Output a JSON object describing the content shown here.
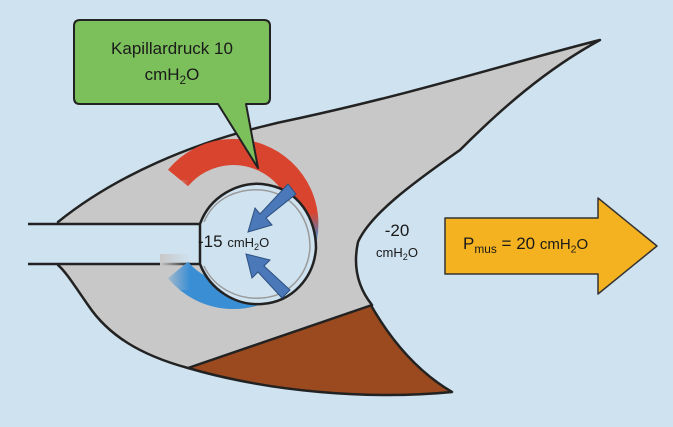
{
  "callout": {
    "line1": "Kapillardruck 10",
    "unit_main": "cmH",
    "unit_sub": "2",
    "unit_tail": "O",
    "fill_color": "#7cc05c"
  },
  "alveolar_pressure": {
    "value": "-15",
    "unit_main": "cmH",
    "unit_sub": "2",
    "unit_tail": "O"
  },
  "pleural_pressure": {
    "value": "-20",
    "unit_main": "cmH",
    "unit_sub": "2",
    "unit_tail": "O"
  },
  "muscle_pressure": {
    "symbol": "P",
    "symbol_sub": "mus",
    "equals": "= 20",
    "unit_main": "cmH",
    "unit_sub": "2",
    "unit_tail": "O",
    "arrow_color": "#f5b220"
  },
  "colors": {
    "background": "#cfe2ef",
    "lung_tissue": "#c8c8c8",
    "diaphragm": "#9a4a1e",
    "capillary_arterial": "#d9442e",
    "capillary_venous": "#3a8ed4",
    "flow_arrows": "#4a78b8"
  }
}
